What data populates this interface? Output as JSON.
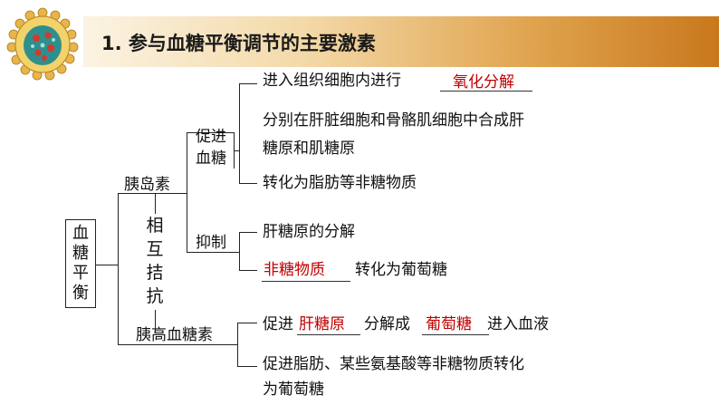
{
  "header": {
    "title": "1. 参与血糖平衡调节的主要激素"
  },
  "root": {
    "label_chars": [
      "血",
      "糖",
      "平",
      "衡"
    ]
  },
  "insulin": {
    "label": "胰岛素"
  },
  "glucagon": {
    "label": "胰高血糖素"
  },
  "antagonism": {
    "chars": [
      "相",
      "互",
      "拮",
      "抗"
    ]
  },
  "promote": {
    "label_line1": "促进",
    "label_line2": "血糖"
  },
  "inhibit": {
    "label": "抑制"
  },
  "items": {
    "i1_text": "进入组织细胞内进行",
    "i1_answer": "氧化分解",
    "i2_line1": "分别在肝脏细胞和骨骼肌细胞中合成肝",
    "i2_line2": "糖原和肌糖原",
    "i3_text": "转化为脂肪等非糖物质",
    "j1_text": "肝糖原的分解",
    "j2_answer": "非糖物质",
    "j2_text": "转化为葡萄糖",
    "g1_pre": "促进",
    "g1_answer1": "肝糖原",
    "g1_mid": "分解成",
    "g1_answer2": "葡萄糖",
    "g1_post": "进入血液",
    "g2_line1": "促进脂肪、某些氨基酸等非糖物质转化",
    "g2_line2": "为葡萄糖"
  },
  "colors": {
    "answer": "#c00000",
    "banner_end": "#c9781d"
  },
  "icons": {
    "logo": "cell-logo-icon"
  }
}
